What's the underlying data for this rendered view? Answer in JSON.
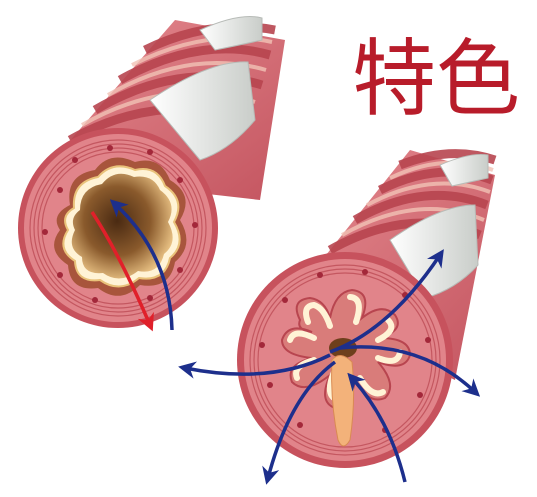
{
  "title": "特色",
  "colors": {
    "tube_outer": "#d9737a",
    "tube_stripe": "#b8454f",
    "tube_light": "#f2c3b6",
    "cartilage": "#e9ece8",
    "lumen_dark": "#7a4a22",
    "lumen_light": "#f0c98a",
    "mucosa_edge": "#fff3d6",
    "arrow_red": "#e0202a",
    "arrow_blue": "#1d2f8c",
    "title_red": "#b81c2a"
  },
  "illustration": {
    "left_tube": "airway-cross-section-open",
    "right_tube": "airway-cross-section-folded"
  }
}
